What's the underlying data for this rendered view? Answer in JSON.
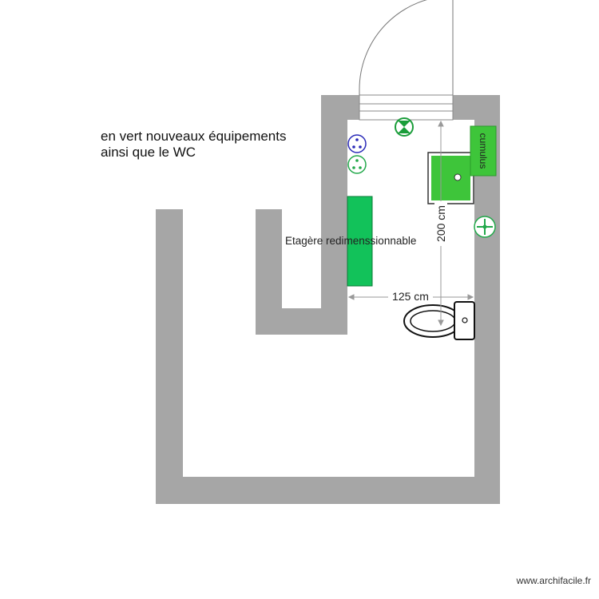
{
  "notes": {
    "line1": "en vert nouveaux équipements",
    "line2": "ainsi que le WC"
  },
  "labels": {
    "shelf": "Etagère redimenssionnable",
    "width_dim": "125 cm",
    "height_dim": "200 cm",
    "water_heater": "cumulus"
  },
  "watermark": "www.archifacile.fr",
  "colors": {
    "wall": "#a6a6a6",
    "new_equipment": "#12c25a",
    "basin": "#3ec53a",
    "outlet_blue": "#2a2ab8",
    "dimension": "#999999"
  },
  "icons": {
    "door": "door-swing-icon",
    "window": "window-icon",
    "light": "ceiling-light-icon",
    "outlets": "power-outlet-icon",
    "fan": "ventilation-fan-icon",
    "toilet": "toilet-icon",
    "sink": "sink-icon"
  }
}
